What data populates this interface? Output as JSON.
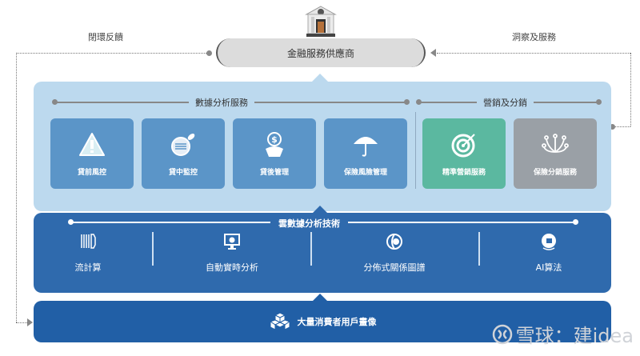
{
  "header": {
    "provider": "金融服務供應商",
    "left_label": "閉環反饋",
    "right_label": "洞察及服務"
  },
  "data_services": {
    "title": "數據分析服務",
    "cards": [
      {
        "label": "貸前風控",
        "icon": "warning-icon"
      },
      {
        "label": "貸中監控",
        "icon": "magnifier-icon"
      },
      {
        "label": "貸後管理",
        "icon": "money-hand-icon"
      },
      {
        "label": "保險風險管理",
        "icon": "umbrella-icon"
      }
    ]
  },
  "marketing": {
    "title": "營銷及分銷",
    "cards": [
      {
        "label": "精準營銷服務",
        "icon": "target-icon"
      },
      {
        "label": "保險分銷服務",
        "icon": "network-icon"
      }
    ]
  },
  "cloud": {
    "title": "雲數據分析技術",
    "items": [
      {
        "label": "流計算"
      },
      {
        "label": "自動實時分析"
      },
      {
        "label": "分佈式關係圖譜"
      },
      {
        "label": "AI算法"
      }
    ]
  },
  "base": {
    "label": "大量消費者用戶畫像"
  },
  "watermark": "雪球：建idea",
  "colors": {
    "light_panel": "#bcd9ee",
    "mid_panel": "#2f6aad",
    "base_panel": "#215fa6",
    "card_blue": "#5b95c8",
    "card_green": "#5bb8a0",
    "card_grey": "#9aa0a6"
  }
}
